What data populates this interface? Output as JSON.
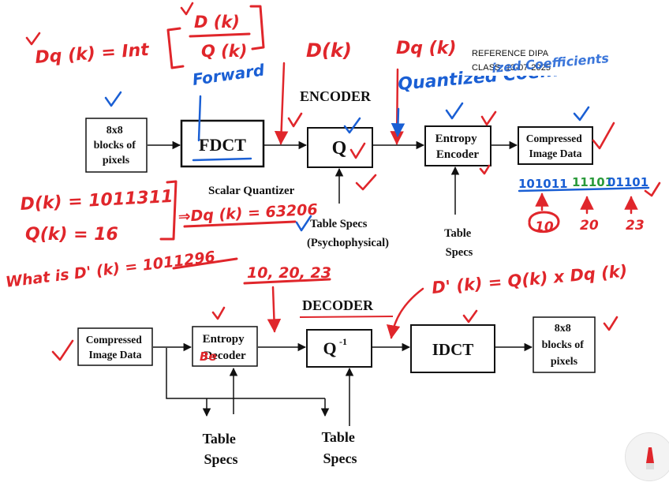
{
  "encoder": {
    "heading": "ENCODER",
    "input_box": [
      "8x8",
      "blocks of",
      "pixels"
    ],
    "fdct": "FDCT",
    "quantizer": "Q",
    "quantizer_caption": "Scalar Quantizer",
    "entropy_encoder": [
      "Entropy",
      "Encoder"
    ],
    "compressed_output": [
      "Compressed",
      "Image Data"
    ],
    "quant_table": [
      "Table Specs",
      "(Psychophysical)"
    ],
    "entropy_table": [
      "Table",
      "Specs"
    ]
  },
  "decoder": {
    "heading": "DECODER",
    "compressed_input": [
      "Compressed",
      "Image Data"
    ],
    "entropy_decoder": [
      "Entropy",
      "Decoder"
    ],
    "dequantizer": "Q",
    "dequantizer_exp": "-1",
    "idct": "IDCT",
    "output_box": [
      "8x8",
      "blocks of",
      "pixels"
    ],
    "table_specs_1": [
      "Table",
      "Specs"
    ],
    "table_specs_2": [
      "Table",
      "Specs"
    ]
  },
  "annotations": {
    "dq_formula_left": "Dq (k) = Int",
    "dq_formula_num": "D (k)",
    "dq_formula_den": "Q (k)",
    "forward": "Forward",
    "d_k": "D(k)",
    "dq_k": "Dq (k)",
    "quantized_coefficients": "Quantized Coefficients",
    "dk_value": "D(k) = 1011311",
    "qk_value": "Q(k) = 16",
    "dqk_result": "⇒Dq (k) = 63206",
    "what_is": "What is D' (k) = 1011296",
    "decoded_values": "10, 20, 23",
    "dprime_formula": "D' (k) = Q(k) x Dq (k)",
    "binary_1": "101011",
    "binary_2": "11101",
    "binary_3": "01101",
    "num_1": "10",
    "num_2": "20",
    "num_3": "23",
    "ed_overwrite": "Be"
  },
  "reference": {
    "line1": "REFERENCE DIPA",
    "line2": "CLASS: 13-07-2025"
  },
  "colors": {
    "red_ink": "#e0262b",
    "blue_ink": "#1a5fd4",
    "green_ink": "#2a9a3a",
    "black": "#111111"
  }
}
